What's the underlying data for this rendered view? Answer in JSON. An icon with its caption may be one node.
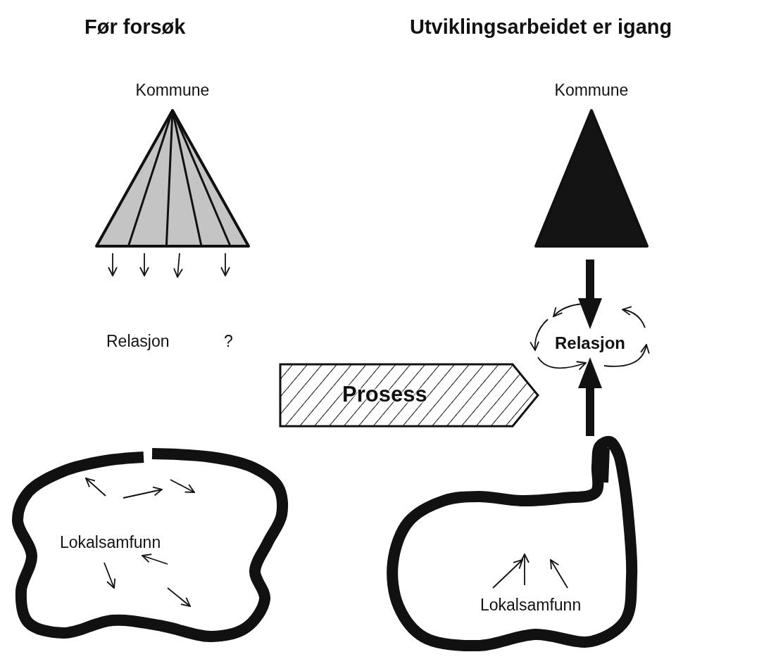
{
  "diagram": {
    "nodes": [
      {
        "text": [
          "Kommune"
        ]
      },
      {
        "text": [
          "Kommune"
        ]
      },
      {
        "text": [
          "Relasjon"
        ]
      },
      {
        "text": [
          "Prosess"
        ]
      },
      {
        "text": [
          "Lokalsamfunn"
        ]
      },
      {
        "text": [
          "Lokalsamfunn"
        ]
      }
    ],
    "edges": [
      {
        "from": 1,
        "to": 2,
        "arrow": "to"
      },
      {
        "from": 5,
        "to": 2,
        "arrow": "to"
      }
    ],
    "labels": [
      "Før forsøk",
      "Utviklingsarbeidet er igang",
      "Relasjon",
      "?"
    ]
  }
}
